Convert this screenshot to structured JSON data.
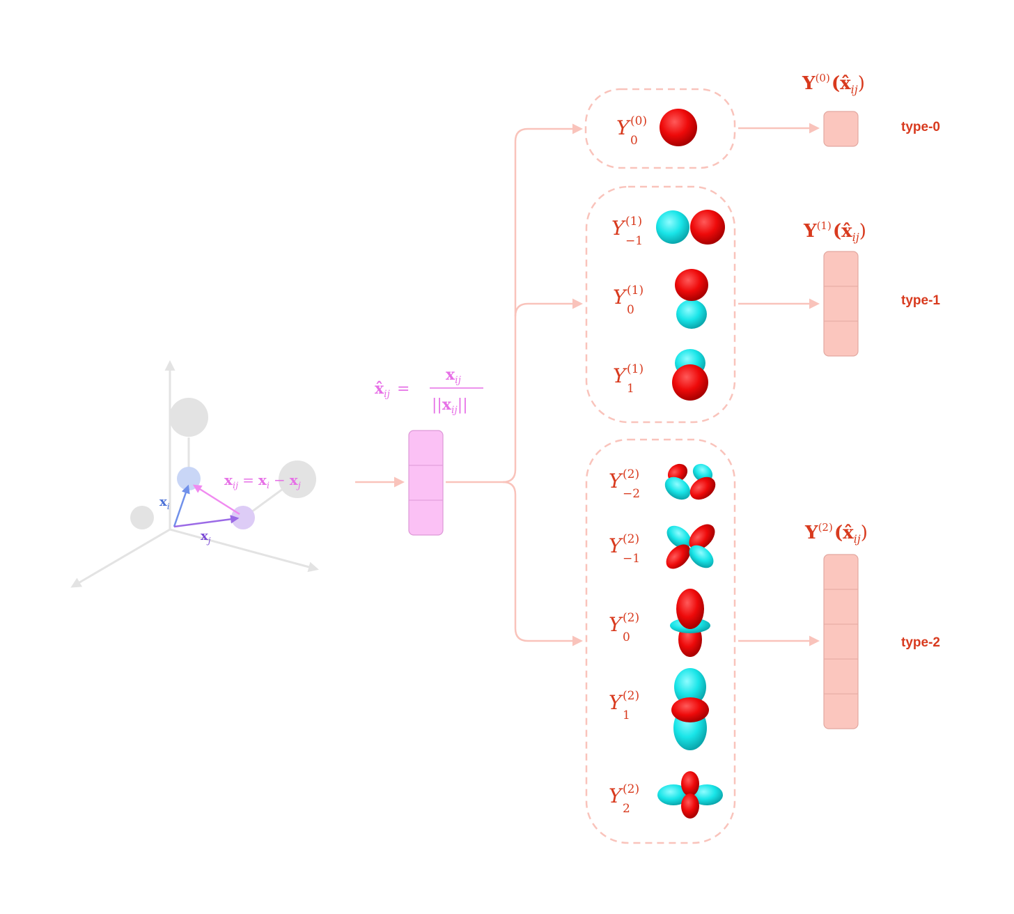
{
  "colors": {
    "red": "#d83a1e",
    "magenta": "#e66fe6",
    "salmon": "#f9c3bb",
    "lobe_red": "#ee0a0a",
    "lobe_cyan": "#19e5e8",
    "axis_gray": "#e3e3e3",
    "blue_vec": "#7090ea",
    "purple_vec": "#9b6ae6"
  },
  "left": {
    "xi": {
      "base": "x",
      "sub": "i"
    },
    "xj": {
      "base": "x",
      "sub": "j"
    },
    "xij_eq": {
      "lhs": "x",
      "lhs_sub": "ij",
      "eq": "=",
      "a": "x",
      "a_sub": "i",
      "minus": "−",
      "b": "x",
      "b_sub": "j"
    }
  },
  "norm": {
    "hat": "x̂",
    "sub": "ij",
    "eq": "=",
    "num": "x",
    "num_sub": "ij",
    "den_open": "||",
    "den": "x",
    "den_sub": "ij",
    "den_close": "||"
  },
  "groups": [
    {
      "out_label": {
        "base": "Y",
        "sup": "(0)",
        "arg": "(x̂",
        "arg_sub": "ij",
        "close": ")"
      },
      "type_label": "type-0",
      "harmonics": [
        {
          "sup": "(0)",
          "sub": "0",
          "shape": "sphere"
        }
      ]
    },
    {
      "out_label": {
        "base": "Y",
        "sup": "(1)",
        "arg": "(x̂",
        "arg_sub": "ij",
        "close": ")"
      },
      "type_label": "type-1",
      "harmonics": [
        {
          "sup": "(1)",
          "sub": "−1",
          "shape": "p-horizontal"
        },
        {
          "sup": "(1)",
          "sub": "0",
          "shape": "p-vertical-red-top"
        },
        {
          "sup": "(1)",
          "sub": "1",
          "shape": "p-vertical-cyan-top"
        }
      ]
    },
    {
      "out_label": {
        "base": "Y",
        "sup": "(2)",
        "arg": "(x̂",
        "arg_sub": "ij",
        "close": ")"
      },
      "type_label": "type-2",
      "harmonics": [
        {
          "sup": "(2)",
          "sub": "−2",
          "shape": "d-clover"
        },
        {
          "sup": "(2)",
          "sub": "−1",
          "shape": "d-clover-rotated"
        },
        {
          "sup": "(2)",
          "sub": "0",
          "shape": "dz2"
        },
        {
          "sup": "(2)",
          "sub": "1",
          "shape": "dz2-cyan"
        },
        {
          "sup": "(2)",
          "sub": "2",
          "shape": "d-cross"
        }
      ]
    }
  ],
  "vectors": {
    "input_cells": 3,
    "type0_cells": 1,
    "type1_cells": 3,
    "type2_cells": 5
  }
}
